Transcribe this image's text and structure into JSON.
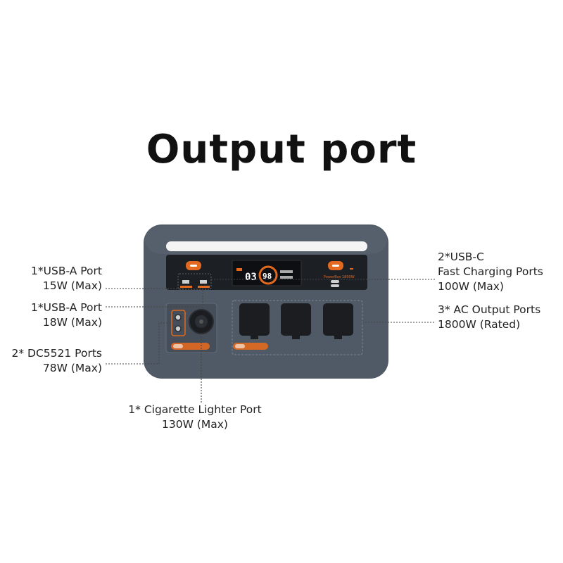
{
  "title": "Output port",
  "device_text": {
    "lcd_left": "03",
    "lcd_center": "98",
    "brand": "PowerBox 1800W"
  },
  "callouts": {
    "usb_a_15": {
      "line1": "1*USB-A Port",
      "line2": "15W (Max)"
    },
    "usb_a_18": {
      "line1": "1*USB-A Port",
      "line2": "18W (Max)"
    },
    "dc5521": {
      "line1": "2* DC5521 Ports",
      "line2": "78W (Max)"
    },
    "cig": {
      "line1": "1* Cigarette Lighter Port",
      "line2": "130W (Max)"
    },
    "usb_c": {
      "line1": "2*USB-C",
      "line2": "Fast Charging Ports",
      "line3": "100W (Max)"
    },
    "ac": {
      "line1": "3* AC Output Ports",
      "line2": "1800W (Rated)"
    }
  },
  "colors": {
    "body": "#505a66",
    "panel": "#1c1f24",
    "accent": "#e2691e",
    "ac_socket": "#1b1d21",
    "light_bar": "#f4f4f4",
    "leader": "#444444"
  }
}
